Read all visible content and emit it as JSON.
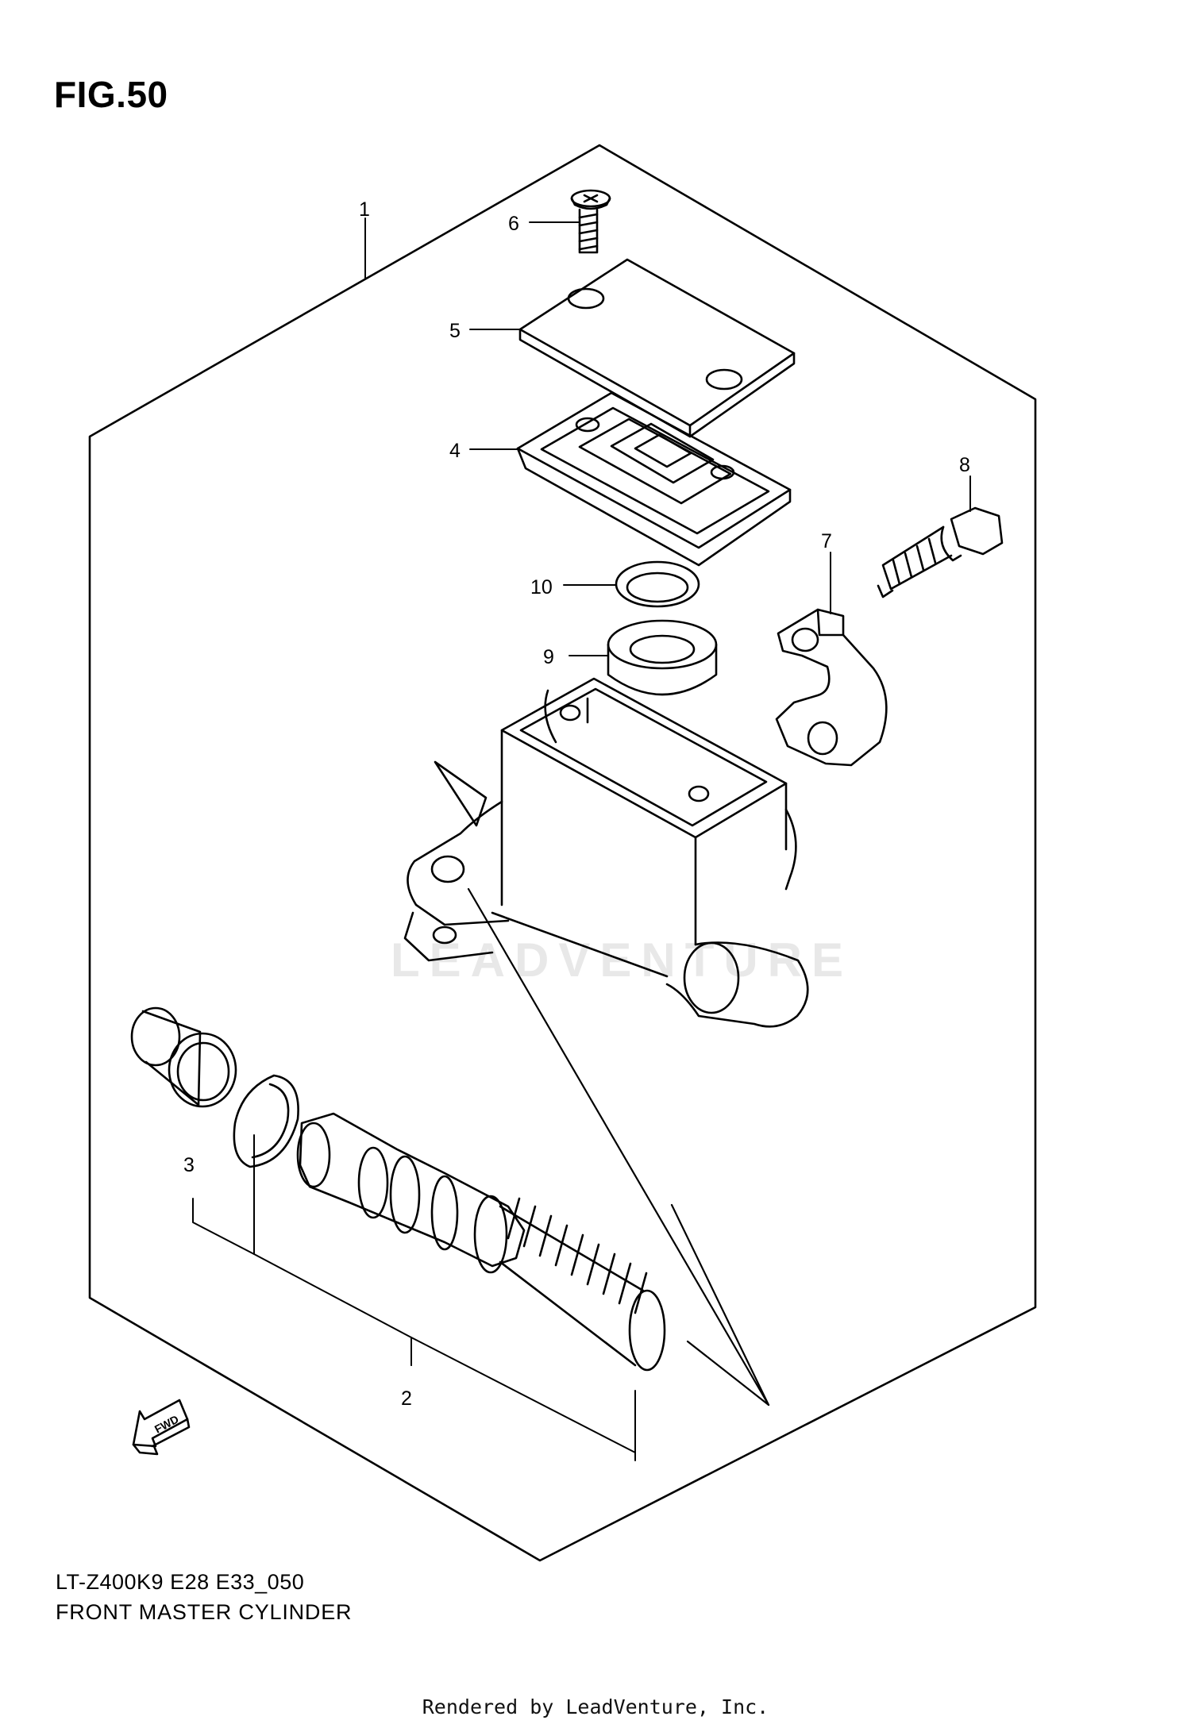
{
  "figure": {
    "title": "FIG.50",
    "model_code": "LT-Z400K9 E28 E33_050",
    "name": "FRONT MASTER CYLINDER"
  },
  "watermark": "LEADVENTURE",
  "fwd_label": "FWD",
  "footer": "Rendered by LeadVenture, Inc.",
  "callouts": {
    "c1": "1",
    "c2": "2",
    "c3": "3",
    "c4": "4",
    "c5": "5",
    "c6": "6",
    "c7": "7",
    "c8": "8",
    "c9": "9",
    "c10": "10"
  }
}
